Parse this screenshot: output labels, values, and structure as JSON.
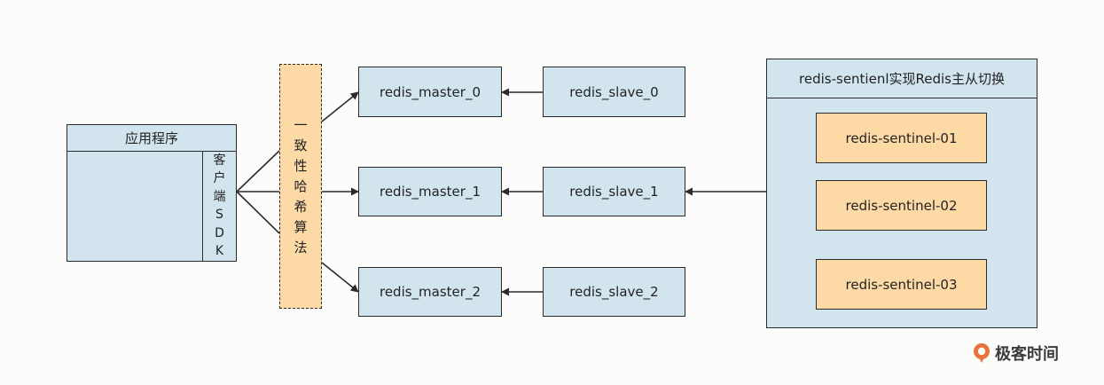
{
  "app": {
    "title": "应用程序",
    "sdk_chars": [
      "客",
      "户",
      "端",
      "S",
      "D",
      "K"
    ]
  },
  "hash": {
    "chars": [
      "一",
      "致",
      "性",
      "哈",
      "希",
      "算",
      "法"
    ]
  },
  "masters": [
    "redis_master_0",
    "redis_master_1",
    "redis_master_2"
  ],
  "slaves": [
    "redis_slave_0",
    "redis_slave_1",
    "redis_slave_2"
  ],
  "sentinel_group": {
    "title": "redis-sentienl实现Redis主从切换",
    "nodes": [
      "redis-sentinel-01",
      "redis-sentinel-02",
      "redis-sentinel-03"
    ]
  },
  "watermark": {
    "text": "极客时间",
    "icon": "geektime-logo-icon",
    "color": "#e8743b"
  },
  "colors": {
    "blue_fill": "#d2e5ee",
    "orange_fill": "#fdd9a5",
    "stroke": "#2b2b2b"
  }
}
